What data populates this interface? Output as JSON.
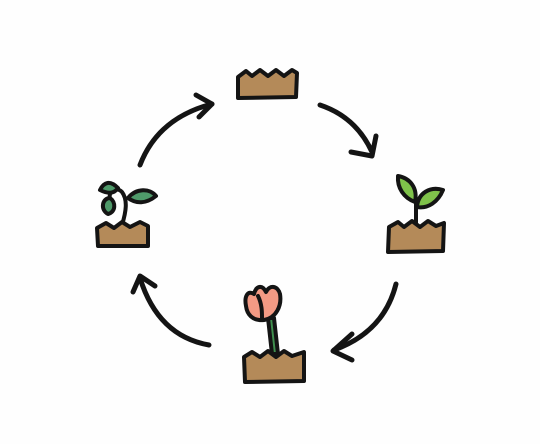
{
  "diagram": {
    "type": "cycle",
    "stages": [
      {
        "name": "soil"
      },
      {
        "name": "sprout"
      },
      {
        "name": "flowering-tulip"
      },
      {
        "name": "wilted-plant"
      }
    ],
    "arrows": [
      {
        "from": "soil",
        "to": "sprout"
      },
      {
        "from": "sprout",
        "to": "flowering-tulip"
      },
      {
        "from": "flowering-tulip",
        "to": "wilted-plant"
      },
      {
        "from": "wilted-plant",
        "to": "soil"
      }
    ],
    "icons": [
      "soil-patch-icon",
      "sprout-icon",
      "tulip-icon",
      "wilted-plant-icon"
    ]
  },
  "colors": {
    "soil": "#b48a59",
    "outline": "#141414",
    "leaf_green": "#7fc24a",
    "stem_green": "#3f8f4e",
    "tulip_petal": "#f39a84",
    "wilted_green": "#4f9a6a",
    "background": "#fefefe"
  }
}
